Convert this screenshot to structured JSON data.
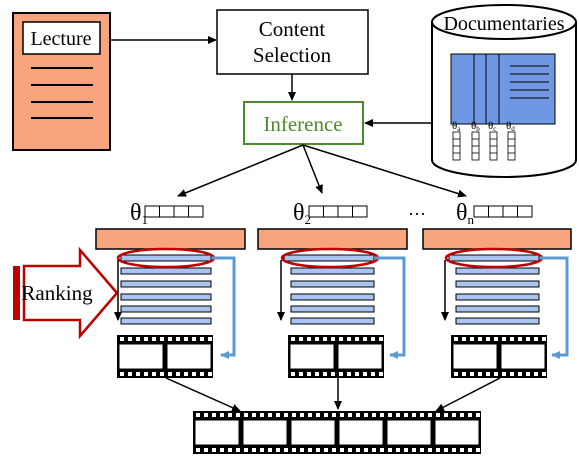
{
  "lecture": {
    "label": "Lecture"
  },
  "content_selection": {
    "line1": "Content",
    "line2": "Selection"
  },
  "inference": {
    "label": "Inference"
  },
  "documentaries": {
    "label": "Documentaries",
    "thetas": [
      {
        "base": "θ",
        "sub": "a"
      },
      {
        "base": "θ",
        "sub": "b"
      },
      {
        "base": "θ",
        "sub": "c"
      },
      {
        "base": "θ",
        "sub": "d"
      }
    ]
  },
  "topics": [
    {
      "base": "θ",
      "sub": "1"
    },
    {
      "base": "θ",
      "sub": "2"
    },
    {
      "base": "θ",
      "sub": "n"
    }
  ],
  "ellipsis": "…",
  "ranking": {
    "label": "Ranking"
  },
  "colors": {
    "orange": "#f8a57e",
    "blue": "#a9c4ef",
    "green": "#4e8a2e",
    "red": "#c00000",
    "arrow_blue": "#5b9bd5",
    "db_blue": "#6f97e3"
  }
}
